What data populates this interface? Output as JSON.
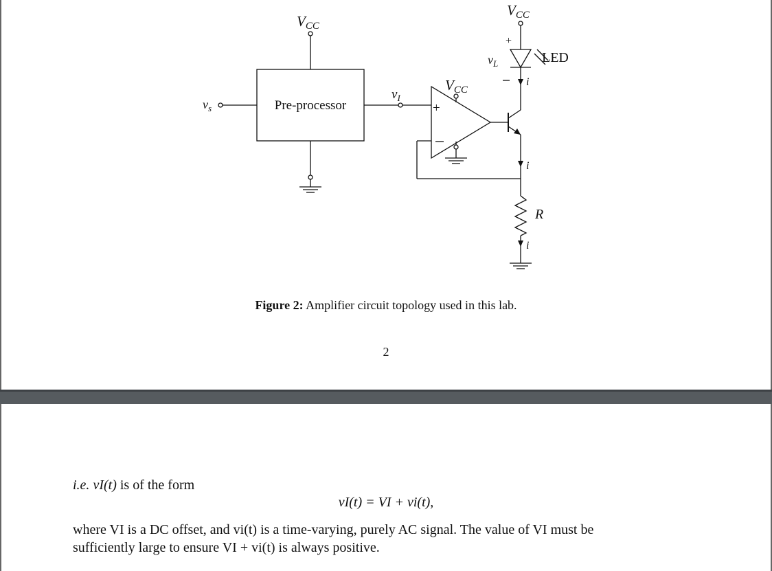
{
  "figure": {
    "labels": {
      "vcc": "VCC",
      "vs": "vs",
      "preprocessor": "Pre-processor",
      "vI": "vI",
      "vL": "vL",
      "led": "LED",
      "plus": "+",
      "minus": "−",
      "i": "i",
      "R": "R"
    },
    "caption_label": "Figure 2:",
    "caption_text": "Amplifier circuit topology used in this lab."
  },
  "page_number": "2",
  "page2": {
    "line1_lead": "i.e.",
    "line1_math": "vI(t)",
    "line1_rest": "is of the form",
    "equation": "vI(t) = VI + vi(t),",
    "para_line1": "where VI is a DC offset, and vi(t) is a time-varying, purely AC signal.  The value of VI must be",
    "para_line2": "sufficiently large to ensure VI + vi(t) is always positive."
  }
}
